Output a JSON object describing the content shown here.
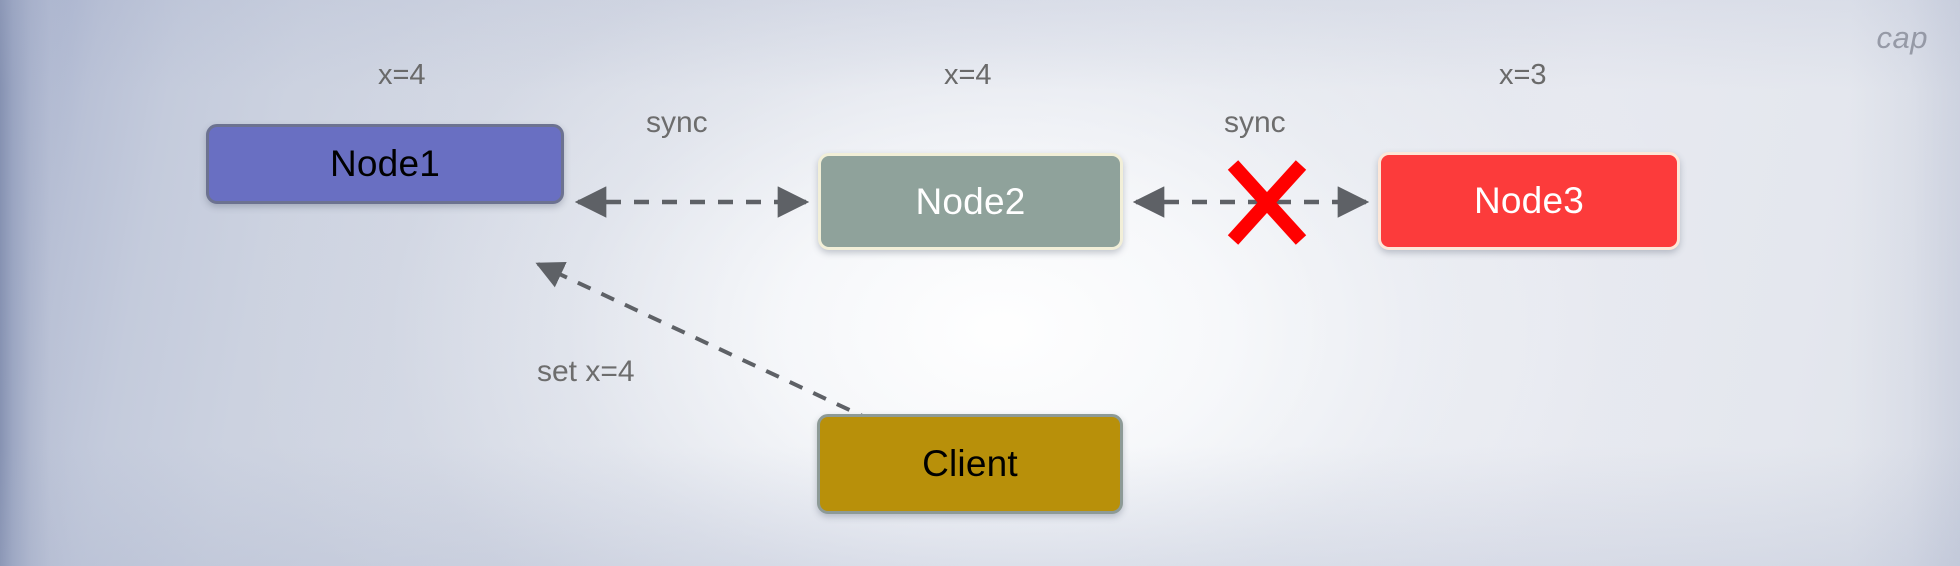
{
  "diagram": {
    "watermark": "cap",
    "nodes": [
      {
        "id": "node1",
        "label": "Node1",
        "state_label": "x=4",
        "color": "#696fc2",
        "text_color": "#000000"
      },
      {
        "id": "node2",
        "label": "Node2",
        "state_label": "x=4",
        "color": "#8fa29b",
        "text_color": "#ffffff"
      },
      {
        "id": "node3",
        "label": "Node3",
        "state_label": "x=3",
        "color": "#fc3b3b",
        "text_color": "#ffffff"
      },
      {
        "id": "client",
        "label": "Client",
        "state_label": "",
        "color": "#b8900a",
        "text_color": "#000000"
      }
    ],
    "edges": [
      {
        "id": "edge-node1-node2",
        "label": "sync",
        "from": "node1",
        "to": "node2",
        "style": "dashed",
        "arrows": "both",
        "broken": false
      },
      {
        "id": "edge-node2-node3",
        "label": "sync",
        "from": "node2",
        "to": "node3",
        "style": "dashed",
        "arrows": "both",
        "broken": true
      },
      {
        "id": "edge-client-node1",
        "label": "set x=4",
        "from": "client",
        "to": "node1",
        "style": "dashed",
        "arrows": "to",
        "broken": false
      }
    ],
    "markers": {
      "break_icon": "cross-icon",
      "break_color": "#ff0000"
    },
    "colors": {
      "edge_stroke": "#5e6166",
      "label_text": "#6d6d6d",
      "background_light": "#f3f5f8",
      "background_edge": "#9ba7c6"
    }
  }
}
